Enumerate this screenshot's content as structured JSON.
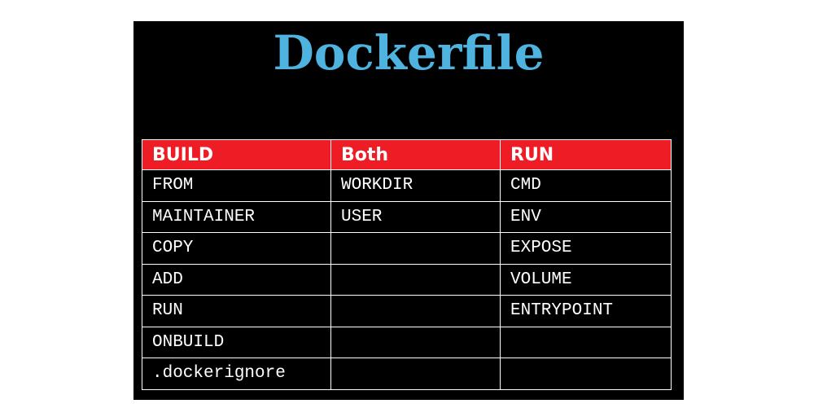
{
  "slide": {
    "title": "Dockerfile",
    "title_color": "#4fb3df",
    "background_color": "#000000",
    "header_color": "#ee1c25"
  },
  "table": {
    "headers": [
      "BUILD",
      "Both",
      "RUN"
    ],
    "rows": [
      [
        "FROM",
        "WORKDIR",
        "CMD"
      ],
      [
        "MAINTAINER",
        "USER",
        "ENV"
      ],
      [
        "COPY",
        "",
        "EXPOSE"
      ],
      [
        "ADD",
        "",
        "VOLUME"
      ],
      [
        "RUN",
        "",
        "ENTRYPOINT"
      ],
      [
        "ONBUILD",
        "",
        ""
      ],
      [
        ".dockerignore",
        "",
        ""
      ]
    ]
  }
}
